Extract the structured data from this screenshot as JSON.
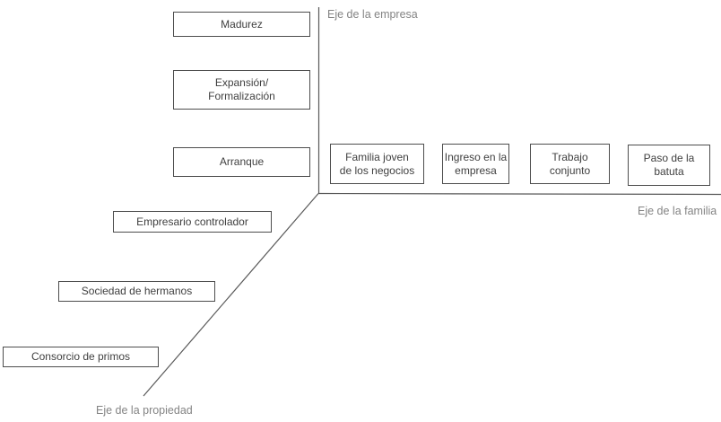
{
  "colors": {
    "background": "#ffffff",
    "box_border": "#4d4d4d",
    "box_text": "#3f3f3f",
    "axis_line": "#595959",
    "axis_label_text": "#848484"
  },
  "axes": {
    "empresa": {
      "label": "Eje de la empresa"
    },
    "familia": {
      "label": "Eje de la familia"
    },
    "propiedad": {
      "label": "Eje de la propiedad"
    }
  },
  "empresa_boxes": [
    {
      "label": "Madurez"
    },
    {
      "line1": "Expansión/",
      "line2": "Formalización"
    },
    {
      "label": "Arranque"
    }
  ],
  "familia_boxes": [
    {
      "line1": "Familia joven",
      "line2": "de los negocios"
    },
    {
      "line1": "Ingreso en la",
      "line2": "empresa"
    },
    {
      "line1": "Trabajo",
      "line2": "conjunto"
    },
    {
      "line1": "Paso de la",
      "line2": "batuta"
    }
  ],
  "propiedad_boxes": [
    {
      "label": "Empresario controlador"
    },
    {
      "label": "Sociedad de hermanos"
    },
    {
      "label": "Consorcio de primos"
    }
  ]
}
